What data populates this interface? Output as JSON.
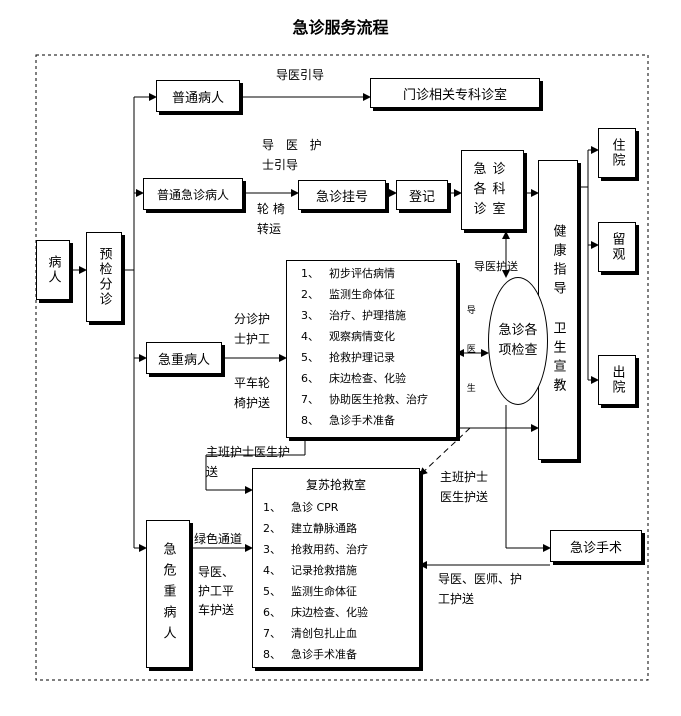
{
  "title": "急诊服务流程",
  "nodes": {
    "patient": "病人",
    "triage": "预检分诊",
    "normal_patient": "普通病人",
    "outpatient": "门诊相关专科诊室",
    "normal_emergency": "普通急诊病人",
    "registration": "急诊挂号",
    "record": "登记",
    "specialty_rooms": "急诊各科诊室",
    "health_guide": "健康指导 卫生宣教",
    "hospitalize": "住院",
    "observe": "留观",
    "discharge": "出院",
    "critical": "急重病人",
    "exams": "急诊各项检查",
    "very_critical": "急危重病人",
    "resus_title": "复苏抢救室",
    "surgery": "急诊手术"
  },
  "critical_steps": [
    {
      "n": "1、",
      "t": "初步评估病情"
    },
    {
      "n": "2、",
      "t": "监测生命体征"
    },
    {
      "n": "3、",
      "t": "治疗、护理措施"
    },
    {
      "n": "4、",
      "t": "观察病情变化"
    },
    {
      "n": "5、",
      "t": "抢救护理记录"
    },
    {
      "n": "6、",
      "t": "床边检查、化验"
    },
    {
      "n": "7、",
      "t": "协助医生抢救、治疗"
    },
    {
      "n": "8、",
      "t": "急诊手术准备"
    }
  ],
  "resus_steps": [
    {
      "n": "1、",
      "t": "急诊 CPR"
    },
    {
      "n": "2、",
      "t": "建立静脉通路"
    },
    {
      "n": "3、",
      "t": "抢救用药、治疗"
    },
    {
      "n": "4、",
      "t": "记录抢救措施"
    },
    {
      "n": "5、",
      "t": "监测生命体征"
    },
    {
      "n": "6、",
      "t": "床边检查、化验"
    },
    {
      "n": "7、",
      "t": "清创包扎止血"
    },
    {
      "n": "8、",
      "t": "急诊手术准备"
    }
  ],
  "labels": {
    "guide1": "导医引导",
    "guide2a": "导 医 护",
    "guide2b": "士引导",
    "wheel_a": "轮 椅",
    "wheel_b": "转运",
    "guide_escort": "导医护送",
    "fen_a": "分诊护",
    "fen_b": "士护工",
    "cart_a": "平车轮",
    "cart_b": "椅护送",
    "side_small": "导 医 生",
    "main_nurse_a": "主班护士医生护",
    "main_nurse_b": "送",
    "green": "绿色通道",
    "dy_a": "导医、",
    "dy_b": "护工平",
    "dy_c": "车护送",
    "mn2_a": "主班护士",
    "mn2_b": "医生护送",
    "bottom_a": "导医、医师、护",
    "bottom_b": "工护送"
  },
  "colors": {
    "line": "#000000",
    "background": "#ffffff"
  }
}
